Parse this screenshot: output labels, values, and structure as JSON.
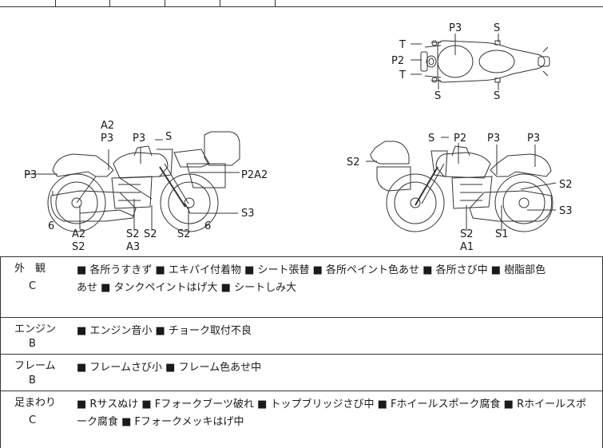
{
  "diagram": {
    "top_view": {
      "labels": [
        "P3",
        "S",
        "T",
        "P2",
        "T",
        "S",
        "S"
      ]
    },
    "left_view": {
      "labels": [
        "A2",
        "P3",
        "P3",
        "S",
        "P3",
        "P2A2",
        "S3",
        "6",
        "6",
        "A2",
        "S2",
        "S2",
        "S2",
        "S2",
        "A3"
      ]
    },
    "right_view": {
      "labels": [
        "S",
        "P2",
        "P3",
        "P3",
        "S2",
        "S2",
        "S3",
        "S2",
        "S1",
        "A1"
      ]
    }
  },
  "sections": [
    {
      "name": "外　観",
      "grade": "C",
      "line1": "■ 各所うすきず ■ エキパイ付着物 ■ シート張替 ■ 各所ペイント色あせ ■ 各所さび中 ■ 樹脂部色",
      "line2": "あせ ■ タンクペイントはげ大 ■ シートしみ大"
    },
    {
      "name": "エンジン",
      "grade": "B",
      "line1": "■ エンジン音小 ■ チョーク取付不良",
      "line2": ""
    },
    {
      "name": "フレーム",
      "grade": "B",
      "line1": "■ フレームさび小 ■ フレーム色あせ中",
      "line2": ""
    },
    {
      "name": "足まわり",
      "grade": "C",
      "line1": "■ Rサスぬけ ■ Fフォークブーツ破れ ■ トップブリッジさび中 ■ Fホイールスポーク腐食 ■ Rホイールスポ",
      "line2": "ーク腐食 ■ Fフォークメッキはげ中"
    }
  ],
  "colors": {
    "line": "#333333",
    "text": "#1a1a1a",
    "background": "#ffffff"
  }
}
